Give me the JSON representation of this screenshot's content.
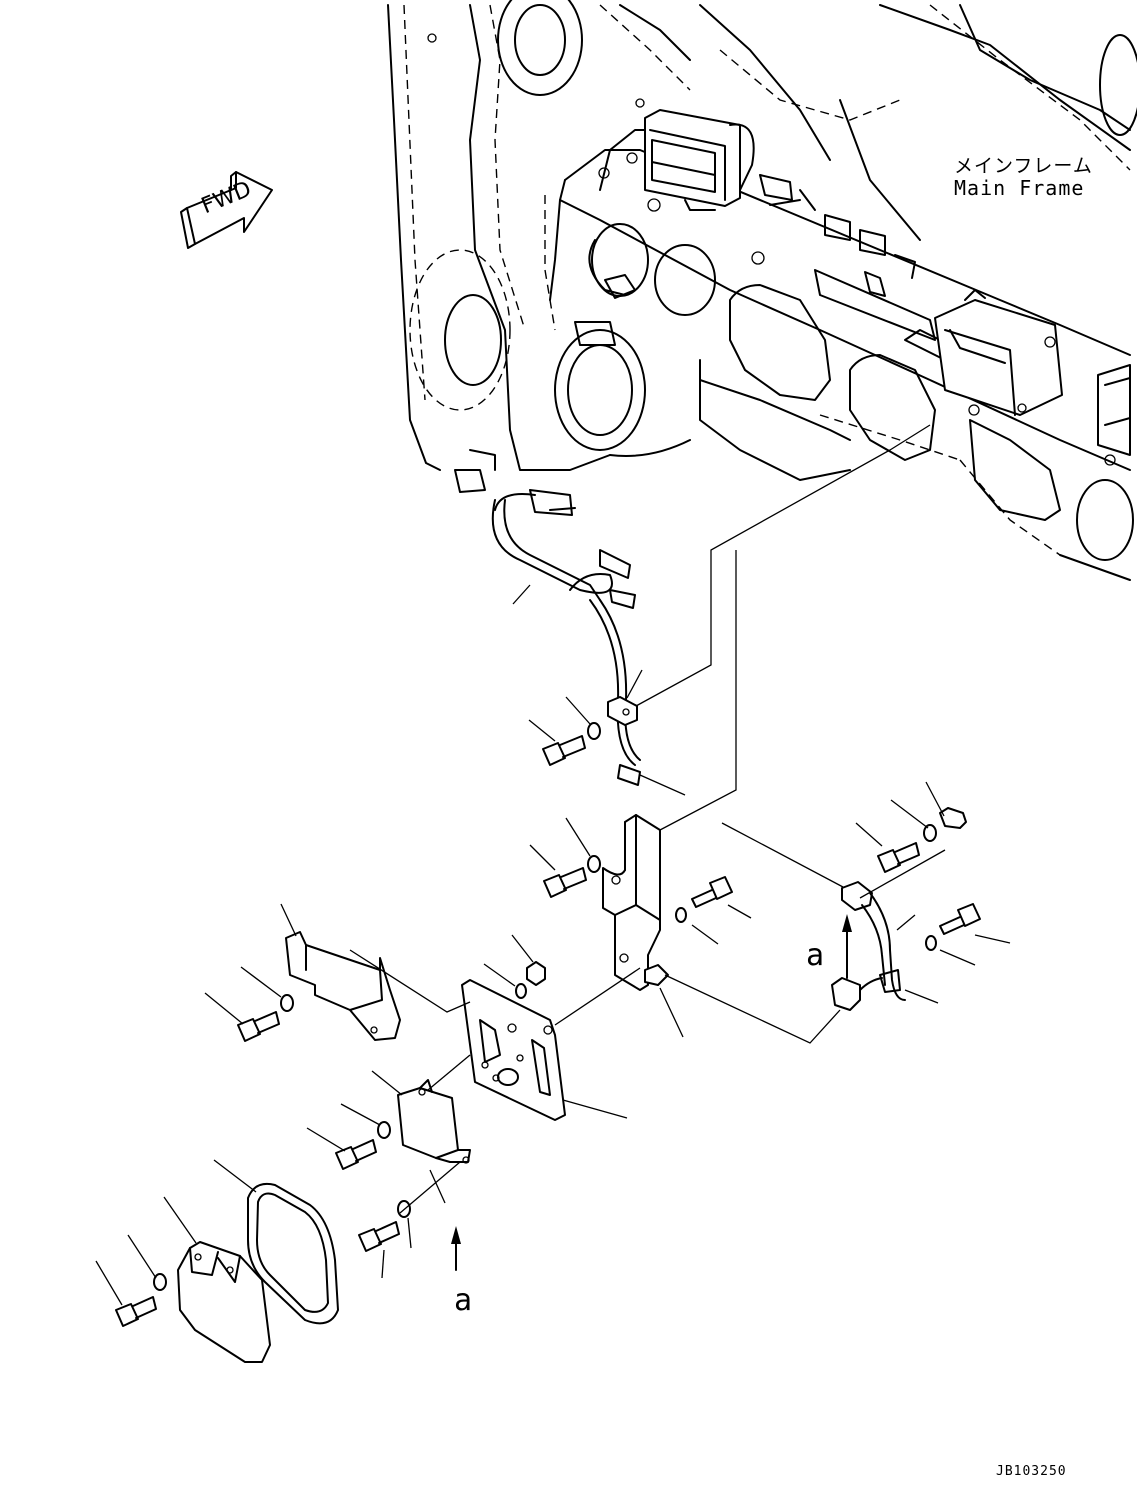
{
  "labels": {
    "main_frame_jp": "メインフレーム",
    "main_frame_en": "Main Frame",
    "fwd": "FWD",
    "callout_upper": "a",
    "callout_lower": "a",
    "drawing_number": "JB103250"
  },
  "colors": {
    "line": "#000000",
    "background": "#ffffff"
  },
  "icons": {
    "fwd_arrow": "fwd-arrow-icon"
  }
}
